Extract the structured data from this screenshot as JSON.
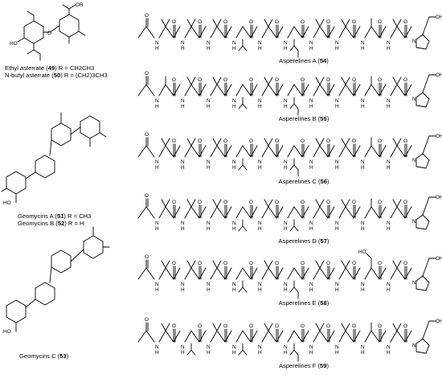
{
  "figure": {
    "left_column": [
      {
        "id": "ethyl-asterrate",
        "lines": [
          {
            "pre": "Ethyl asterrate (",
            "num": "49",
            "post": ") R = CH2CH3"
          },
          {
            "pre": "N-butyl asterrate (",
            "num": "50",
            "post": ") R = (CH2)3CH3"
          }
        ]
      },
      {
        "id": "geomycins-ab",
        "lines": [
          {
            "pre": "Geomycins A (",
            "num": "51",
            "post": ") R = CH3"
          },
          {
            "pre": "Geomycins B (",
            "num": "52",
            "post": ") R = H"
          }
        ]
      },
      {
        "id": "geomycins-c",
        "lines": [
          {
            "pre": "Geomycins C (",
            "num": "53",
            "post": ")"
          }
        ]
      }
    ],
    "peptides": [
      {
        "name": "Asperelines A",
        "num": "54"
      },
      {
        "name": "Asperelines B",
        "num": "55"
      },
      {
        "name": "Asperelines C",
        "num": "56"
      },
      {
        "name": "Asperelines D",
        "num": "57"
      },
      {
        "name": "Asperelines E",
        "num": "58"
      },
      {
        "name": "Asperelines F",
        "num": "59"
      }
    ],
    "atoms": {
      "O": "O",
      "N": "N",
      "H": "H",
      "OH": "OH",
      "HO": "HO",
      "R": "R",
      "OR": "OR"
    },
    "peptide_residues": [
      [
        "aib",
        "aib",
        "aib",
        "val",
        "aib",
        "ile",
        "aib",
        "aib",
        "ala",
        "aib"
      ],
      [
        "ala",
        "aib",
        "aib",
        "val",
        "aib",
        "ile",
        "aib",
        "aib",
        "ala",
        "aib"
      ],
      [
        "aib",
        "aib",
        "aib",
        "val",
        "aib",
        "ile",
        "aib",
        "aib",
        "ala",
        "aib"
      ],
      [
        "aib",
        "aib",
        "aib",
        "val",
        "aib",
        "val",
        "aib",
        "aib",
        "ala",
        "aib"
      ],
      [
        "aib",
        "aib",
        "aib",
        "val",
        "aib",
        "ile",
        "aib",
        "aib",
        "ser",
        "aib"
      ],
      [
        "aib",
        "val",
        "aib",
        "val",
        "aib",
        "ile",
        "aib",
        "aib",
        "ala",
        "aib"
      ]
    ]
  }
}
